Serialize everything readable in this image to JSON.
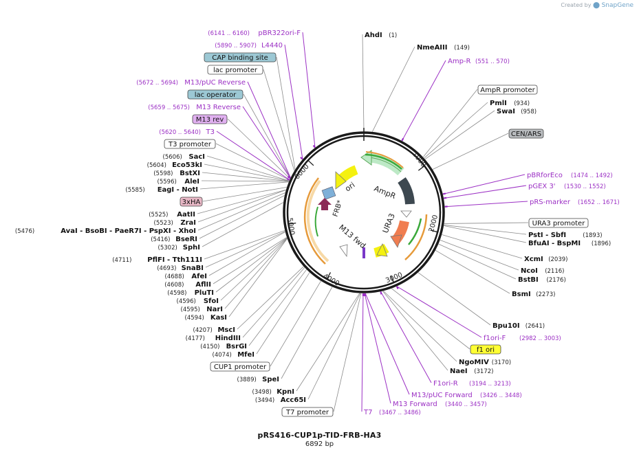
{
  "header": {
    "credit_prefix": "Created by",
    "credit_brand": "SnapGene"
  },
  "plasmid": {
    "name": "pRS416-CUP1p-TID-FRB-HA3",
    "size_label": "6892 bp"
  },
  "colors": {
    "site": "#111111",
    "primer": "#9b2fc4",
    "line": "#8a8a8a",
    "ampr": "#bde9c6",
    "ori": "#f4f110",
    "ura3": "#f07d50",
    "cen": "#b9bcbf",
    "f1ori": "#ffff33",
    "cap": "#9cc8d4",
    "lacop": "#9cc8d4",
    "m13rev": "#e0b0f0",
    "ha": "#e8b8c6",
    "frb": "#8b2a56",
    "amprpromoter_arrow": "#3d4850"
  },
  "ruler": [
    "1000",
    "2000",
    "3000",
    "4000",
    "5000",
    "6000"
  ],
  "inner": {
    "ampr_label": "AmpR",
    "ori_label": "ori",
    "ura3_label": "URA3",
    "m13fwd_label": "M13 fwd",
    "frb_label": "FRB*"
  },
  "labels": [
    {
      "kind": "site",
      "name": "AhdI",
      "pos": "(1)"
    },
    {
      "kind": "site",
      "name": "NmeAIII",
      "pos": "(149)"
    },
    {
      "kind": "primer",
      "name": "Amp-R",
      "pos": "(551 .. 570)"
    },
    {
      "kind": "feature",
      "name": "AmpR promoter"
    },
    {
      "kind": "site",
      "name": "PmlI",
      "pos": "(934)"
    },
    {
      "kind": "site",
      "name": "SwaI",
      "pos": "(958)"
    },
    {
      "kind": "feature",
      "name": "CEN/ARS",
      "style": "cen"
    },
    {
      "kind": "primer",
      "name": "pBRforEco",
      "pos": "(1474 .. 1492)"
    },
    {
      "kind": "primer",
      "name": "pGEX 3'",
      "pos": "(1530 .. 1552)"
    },
    {
      "kind": "primer",
      "name": "pRS-marker",
      "pos": "(1652 .. 1671)"
    },
    {
      "kind": "feature",
      "name": "URA3 promoter"
    },
    {
      "kind": "site2",
      "name": "PstI - SbfI",
      "pos": "(1893)"
    },
    {
      "kind": "site2",
      "name": "BfuAI - BspMI",
      "pos": "(1896)"
    },
    {
      "kind": "site",
      "name": "XcmI",
      "pos": "(2039)"
    },
    {
      "kind": "site",
      "name": "NcoI",
      "pos": "(2116)"
    },
    {
      "kind": "site",
      "name": "BstBI",
      "pos": "(2176)"
    },
    {
      "kind": "site",
      "name": "BsmI",
      "pos": "(2273)"
    },
    {
      "kind": "site",
      "name": "Bpu10I",
      "pos": "(2641)"
    },
    {
      "kind": "primer",
      "name": "f1ori-F",
      "pos": "(2982 .. 3003)"
    },
    {
      "kind": "feature",
      "name": "f1 ori",
      "style": "f1ori"
    },
    {
      "kind": "site",
      "name": "NgoMIV",
      "pos": "(3170)"
    },
    {
      "kind": "site",
      "name": "NaeI",
      "pos": "(3172)"
    },
    {
      "kind": "primer",
      "name": "F1ori-R",
      "pos": "(3194 .. 3213)"
    },
    {
      "kind": "primer",
      "name": "M13/pUC Forward",
      "pos": "(3426 .. 3448)"
    },
    {
      "kind": "primer",
      "name": "M13 Forward",
      "pos": "(3440 .. 3457)"
    },
    {
      "kind": "primer",
      "name": "T7",
      "pos": "(3467 .. 3486)"
    },
    {
      "kind": "feature",
      "name": "T7 promoter"
    },
    {
      "kind": "site",
      "name": "Acc65I",
      "pos": "(3494)"
    },
    {
      "kind": "site",
      "name": "KpnI",
      "pos": "(3498)"
    },
    {
      "kind": "site",
      "name": "SpeI",
      "pos": "(3889)"
    },
    {
      "kind": "feature",
      "name": "CUP1 promoter"
    },
    {
      "kind": "site",
      "name": "MfeI",
      "pos": "(4074)"
    },
    {
      "kind": "site",
      "name": "BsrGI",
      "pos": "(4150)"
    },
    {
      "kind": "site",
      "name": "HindIII",
      "pos": "(4177)"
    },
    {
      "kind": "site",
      "name": "MscI",
      "pos": "(4207)"
    },
    {
      "kind": "site",
      "name": "KasI",
      "pos": "(4594)"
    },
    {
      "kind": "site",
      "name": "NarI",
      "pos": "(4595)"
    },
    {
      "kind": "site",
      "name": "SfoI",
      "pos": "(4596)"
    },
    {
      "kind": "site",
      "name": "PluTI",
      "pos": "(4598)"
    },
    {
      "kind": "site",
      "name": "AflII",
      "pos": "(4608)"
    },
    {
      "kind": "site",
      "name": "AfeI",
      "pos": "(4688)"
    },
    {
      "kind": "site",
      "name": "SnaBI",
      "pos": "(4693)"
    },
    {
      "kind": "site",
      "name": "PflFI - Tth111I",
      "pos": "(4711)"
    },
    {
      "kind": "site",
      "name": "SphI",
      "pos": "(5302)"
    },
    {
      "kind": "site",
      "name": "BseRI",
      "pos": "(5416)"
    },
    {
      "kind": "site",
      "name": "AvaI - BsoBI - PaeR7I - PspXI - XhoI",
      "pos": "(5476)"
    },
    {
      "kind": "site",
      "name": "ZraI",
      "pos": "(5523)"
    },
    {
      "kind": "site",
      "name": "AatII",
      "pos": "(5525)"
    },
    {
      "kind": "feature",
      "name": "3xHA",
      "style": "ha"
    },
    {
      "kind": "site",
      "name": "EagI - NotI",
      "pos": "(5585)"
    },
    {
      "kind": "site",
      "name": "AleI",
      "pos": "(5596)"
    },
    {
      "kind": "site",
      "name": "BstXI",
      "pos": "(5598)"
    },
    {
      "kind": "site",
      "name": "Eco53kI",
      "pos": "(5604)"
    },
    {
      "kind": "site",
      "name": "SacI",
      "pos": "(5606)"
    },
    {
      "kind": "feature",
      "name": "T3 promoter"
    },
    {
      "kind": "primer",
      "name": "T3",
      "pos": "(5620 .. 5640)"
    },
    {
      "kind": "feature",
      "name": "M13 rev",
      "style": "m13rev"
    },
    {
      "kind": "primer",
      "name": "M13 Reverse",
      "pos": "(5659 .. 5675)"
    },
    {
      "kind": "feature",
      "name": "lac operator",
      "style": "lacop"
    },
    {
      "kind": "primer",
      "name": "M13/pUC Reverse",
      "pos": "(5672 .. 5694)"
    },
    {
      "kind": "feature",
      "name": "lac promoter"
    },
    {
      "kind": "feature",
      "name": "CAP binding site",
      "style": "cap"
    },
    {
      "kind": "primer",
      "name": "L4440",
      "pos": "(5890 .. 5907)"
    },
    {
      "kind": "primer",
      "name": "pBR322ori-F",
      "pos": "(6141 .. 6160)"
    }
  ]
}
